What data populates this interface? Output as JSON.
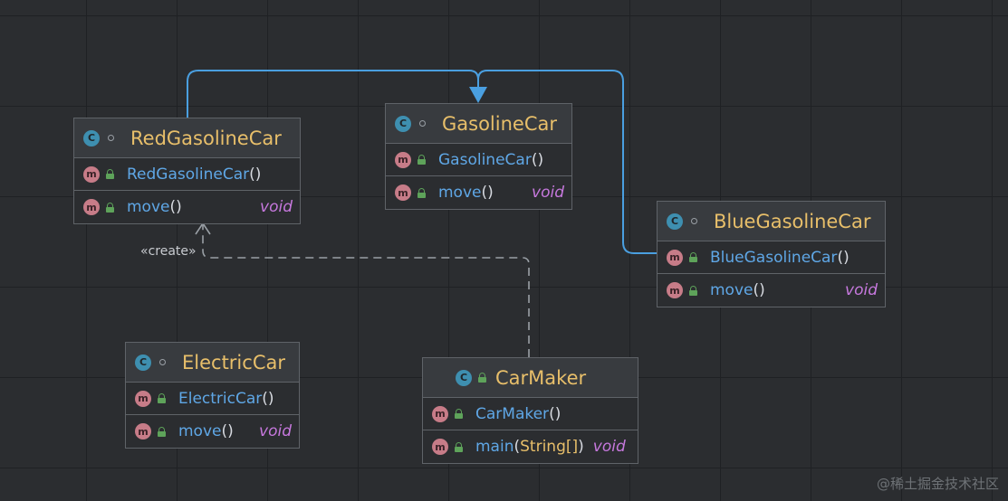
{
  "classes": [
    {
      "id": "red",
      "name": "RedGasolineCar",
      "methods": [
        {
          "name": "RedGasolineCar",
          "paren": " ()",
          "ret": ""
        },
        {
          "name": "move",
          "paren": "()",
          "ret": "void"
        }
      ]
    },
    {
      "id": "gas",
      "name": "GasolineCar",
      "methods": [
        {
          "name": "GasolineCar",
          "paren": " ()",
          "ret": ""
        },
        {
          "name": "move",
          "paren": "()",
          "ret": "void"
        }
      ]
    },
    {
      "id": "blue",
      "name": "BlueGasolineCar",
      "methods": [
        {
          "name": "BlueGasolineCar",
          "paren": " ()",
          "ret": ""
        },
        {
          "name": "move",
          "paren": "()",
          "ret": "void"
        }
      ]
    },
    {
      "id": "elec",
      "name": "ElectricCar",
      "methods": [
        {
          "name": "ElectricCar",
          "paren": "()",
          "ret": ""
        },
        {
          "name": "move",
          "paren": "()",
          "ret": "void"
        }
      ]
    },
    {
      "id": "maker",
      "name": "CarMaker",
      "methods": [
        {
          "name": "CarMaker",
          "paren": " ()",
          "ret": ""
        },
        {
          "name": "main",
          "paren_open": "(",
          "param": "String[]",
          "paren_close": ")",
          "ret": "void"
        }
      ]
    }
  ],
  "icons": {
    "class": "C",
    "method": "m"
  },
  "relations": {
    "inheritance": [
      {
        "from": "RedGasolineCar",
        "to": "GasolineCar"
      },
      {
        "from": "BlueGasolineCar",
        "to": "GasolineCar"
      }
    ],
    "dependency": [
      {
        "from": "CarMaker",
        "to": "RedGasolineCar",
        "label": "«create»"
      }
    ]
  },
  "colors": {
    "background": "#2b2d30",
    "class_name": "#e8bf6a",
    "method_name": "#5fa7e6",
    "return_type": "#c678dd",
    "inheritance_arrow": "#4a9fe0",
    "dependency_arrow": "#9aa0a6"
  },
  "watermark": "@稀土掘金技术社区"
}
